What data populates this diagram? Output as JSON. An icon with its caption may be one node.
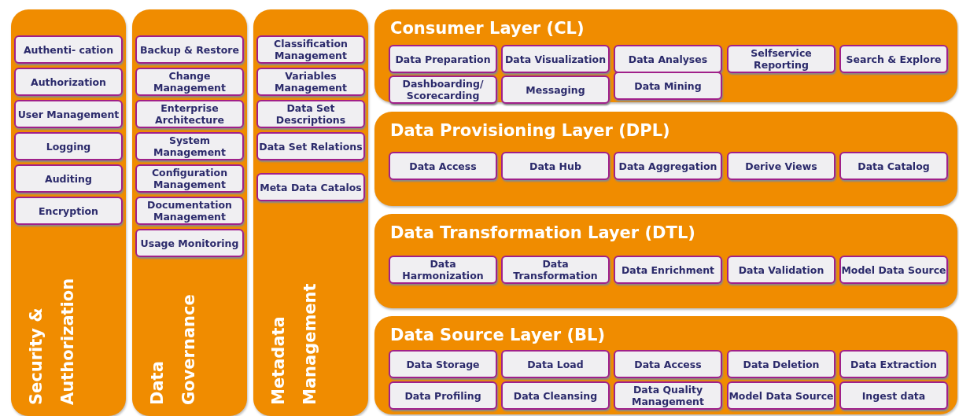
{
  "diagram": {
    "nodes": [
      {
        "text": [
          "Security & Authorization"
        ]
      },
      {
        "text": [
          "Authenti- cation"
        ],
        "in": 0
      },
      {
        "text": [
          "Authorization"
        ],
        "in": 0
      },
      {
        "text": [
          "User Management"
        ],
        "in": 0
      },
      {
        "text": [
          "Logging"
        ],
        "in": 0
      },
      {
        "text": [
          "Auditing"
        ],
        "in": 0
      },
      {
        "text": [
          "Encryption"
        ],
        "in": 0
      },
      {
        "text": [
          "Data Governance"
        ]
      },
      {
        "text": [
          "Backup & Restore"
        ],
        "in": 7
      },
      {
        "text": [
          "Change Management"
        ],
        "in": 7
      },
      {
        "text": [
          "Enterprise Architecture"
        ],
        "in": 7
      },
      {
        "text": [
          "System Management"
        ],
        "in": 7
      },
      {
        "text": [
          "Configuration Management"
        ],
        "in": 7
      },
      {
        "text": [
          "Documentation Management"
        ],
        "in": 7
      },
      {
        "text": [
          "Usage Monitoring"
        ],
        "in": 7
      },
      {
        "text": [
          "Metadata Management"
        ]
      },
      {
        "text": [
          "Classification Management"
        ],
        "in": 15
      },
      {
        "text": [
          "Variables Management"
        ],
        "in": 15
      },
      {
        "text": [
          "Data Set Descriptions"
        ],
        "in": 15
      },
      {
        "text": [
          "Data Set Relations"
        ],
        "in": 15
      },
      {
        "text": [
          "Meta Data Catalos"
        ],
        "in": 15
      },
      {
        "text": [
          "Consumer Layer (CL)"
        ]
      },
      {
        "text": [
          "Data Preparation"
        ],
        "in": 21
      },
      {
        "text": [
          "Data Visualization"
        ],
        "in": 21
      },
      {
        "text": [
          "Data Analyses"
        ],
        "in": 21
      },
      {
        "text": [
          "Selfservice Reporting"
        ],
        "in": 21
      },
      {
        "text": [
          "Search & Explore"
        ],
        "in": 21
      },
      {
        "text": [
          "Dashboarding/ Scorecarding"
        ],
        "in": 21
      },
      {
        "text": [
          "Messaging"
        ],
        "in": 21
      },
      {
        "text": [
          "Data Mining"
        ],
        "in": 21
      },
      {
        "text": [
          "Data Provisioning Layer (DPL)"
        ]
      },
      {
        "text": [
          "Data Access"
        ],
        "in": 30
      },
      {
        "text": [
          "Data Hub"
        ],
        "in": 30
      },
      {
        "text": [
          "Data Aggregation"
        ],
        "in": 30
      },
      {
        "text": [
          "Derive Views"
        ],
        "in": 30
      },
      {
        "text": [
          "Data Catalog"
        ],
        "in": 30
      },
      {
        "text": [
          "Data Transformation Layer (DTL)"
        ]
      },
      {
        "text": [
          "Data Harmonization"
        ],
        "in": 36
      },
      {
        "text": [
          "Data Transformation"
        ],
        "in": 36
      },
      {
        "text": [
          "Data Enrichment"
        ],
        "in": 36
      },
      {
        "text": [
          "Data Validation"
        ],
        "in": 36
      },
      {
        "text": [
          "Model Data Source"
        ],
        "in": 36
      },
      {
        "text": [
          "Data Source Layer (BL)"
        ]
      },
      {
        "text": [
          "Data Storage"
        ],
        "in": 42
      },
      {
        "text": [
          "Data Load"
        ],
        "in": 42
      },
      {
        "text": [
          "Data Access"
        ],
        "in": 42
      },
      {
        "text": [
          "Data Deletion"
        ],
        "in": 42
      },
      {
        "text": [
          "Data Extraction"
        ],
        "in": 42
      },
      {
        "text": [
          "Data Profiling"
        ],
        "in": 42
      },
      {
        "text": [
          "Data Cleansing"
        ],
        "in": 42
      },
      {
        "text": [
          "Data Quality Management"
        ],
        "in": 42
      },
      {
        "text": [
          "Model Data Source"
        ],
        "in": 42
      },
      {
        "text": [
          "Ingest data"
        ],
        "in": 42
      }
    ],
    "edges": []
  }
}
